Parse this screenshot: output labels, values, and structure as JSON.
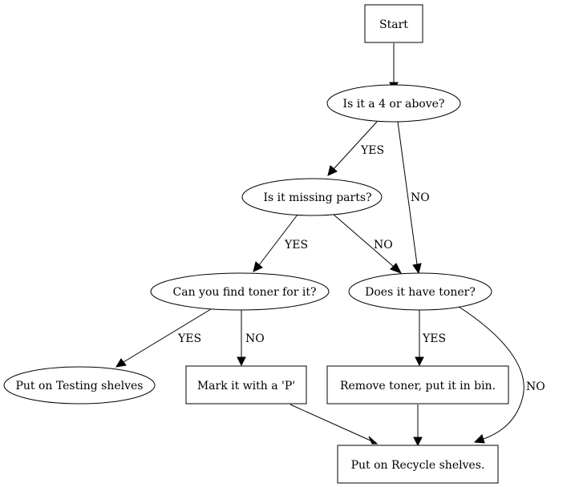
{
  "nodes": {
    "start": "Start",
    "q_four_or_above": "Is it a 4 or above?",
    "q_missing_parts": "Is it missing parts?",
    "q_find_toner": "Can you find toner for it?",
    "q_has_toner": "Does it have toner?",
    "testing_shelves": "Put on Testing shelves",
    "mark_p": "Mark it with a 'P'",
    "remove_toner": "Remove toner, put it in bin.",
    "recycle_shelves": "Put on Recycle shelves."
  },
  "edges": {
    "four_yes": "YES",
    "four_no": "NO",
    "missing_yes": "YES",
    "missing_no": "NO",
    "find_yes": "YES",
    "find_no": "NO",
    "has_yes": "YES",
    "has_no": "NO"
  }
}
